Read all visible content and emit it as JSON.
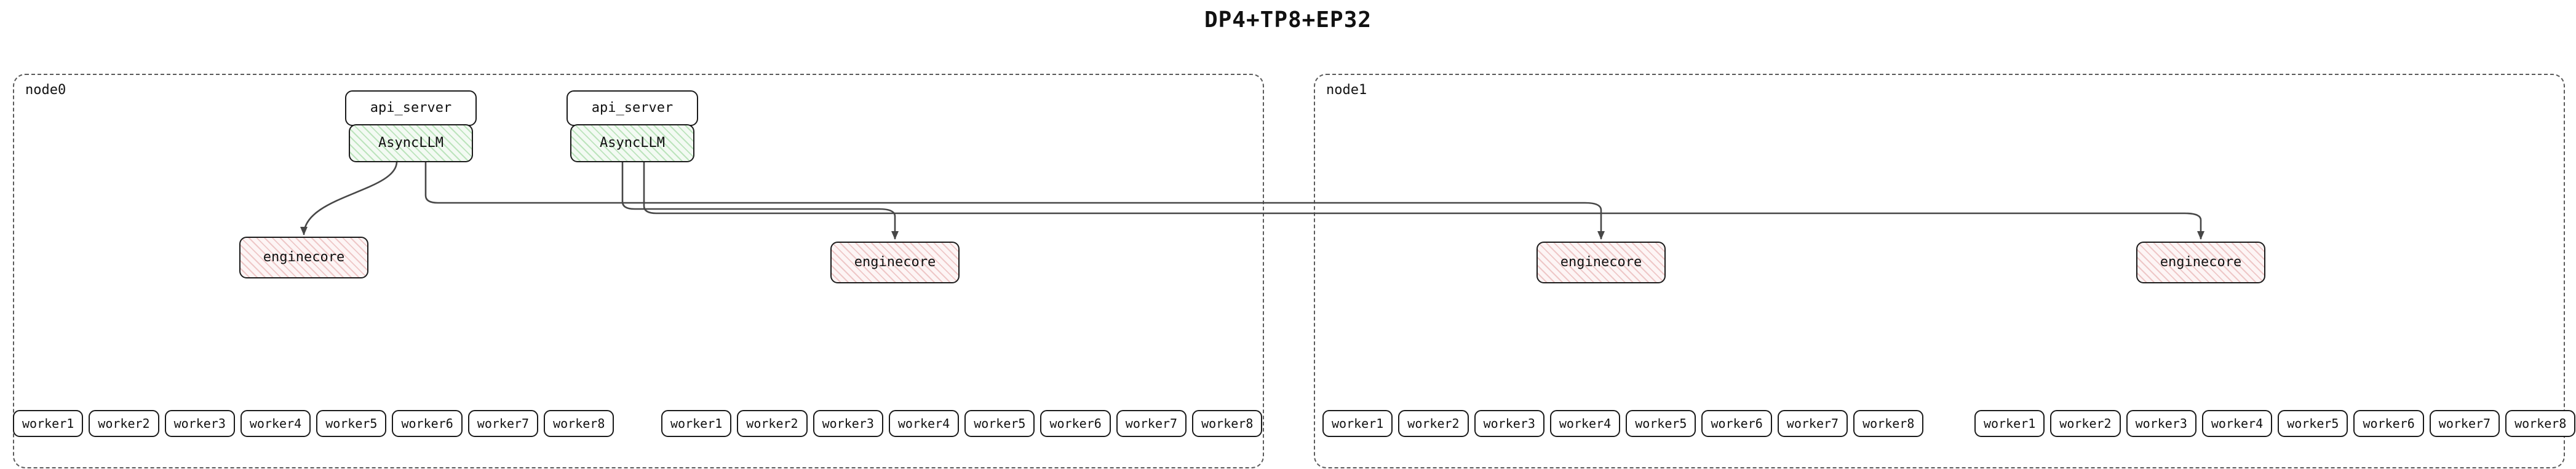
{
  "title": "DP4+TP8+EP32",
  "nodes": [
    {
      "label": "node0"
    },
    {
      "label": "node1"
    }
  ],
  "api_servers": [
    "api_server",
    "api_server"
  ],
  "asyncllms": [
    "AsyncLLM",
    "AsyncLLM"
  ],
  "enginecores": [
    "enginecore",
    "enginecore",
    "enginecore",
    "enginecore"
  ],
  "workers": {
    "g0": [
      "worker1",
      "worker2",
      "worker3",
      "worker4",
      "worker5",
      "worker6",
      "worker7",
      "worker8"
    ],
    "g1": [
      "worker1",
      "worker2",
      "worker3",
      "worker4",
      "worker5",
      "worker6",
      "worker7",
      "worker8"
    ],
    "g2": [
      "worker1",
      "worker2",
      "worker3",
      "worker4",
      "worker5",
      "worker6",
      "worker7",
      "worker8"
    ],
    "g3": [
      "worker1",
      "worker2",
      "worker3",
      "worker4",
      "worker5",
      "worker6",
      "worker7",
      "worker8"
    ]
  },
  "colors": {
    "asyncllm_fill": "#f3faf3",
    "asyncllm_hatch": "#78c878",
    "enginecore_fill": "#fdf5f5",
    "enginecore_hatch": "#d78282",
    "edge": "#474747",
    "border": "#1a1a1a",
    "node_border": "#5a5a5a"
  }
}
